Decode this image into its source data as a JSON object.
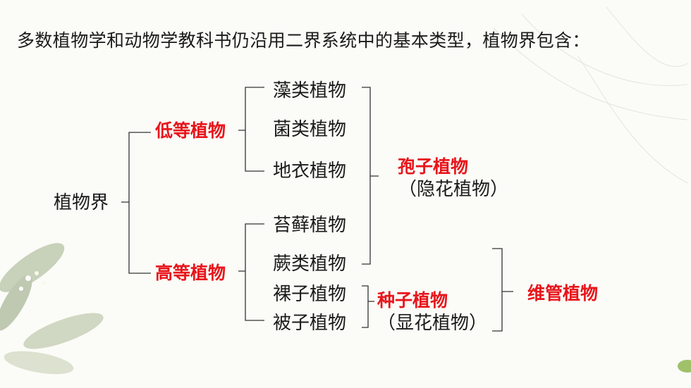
{
  "title": "多数植物学和动物学教科书仍沿用二界系统中的基本类型，植物界包含：",
  "diagram": {
    "root": "植物界",
    "lower": "低等植物",
    "higher": "高等植物",
    "lower_children": [
      "藻类植物",
      "菌类植物",
      "地衣植物"
    ],
    "higher_children": [
      "苔藓植物",
      "蕨类植物",
      "裸子植物",
      "被子植物"
    ],
    "spore": {
      "label": "孢子植物",
      "alt": "（隐花植物）"
    },
    "seed": {
      "label": "种子植物",
      "alt": "（显花植物）"
    },
    "vascular": "维管植物"
  },
  "colors": {
    "accent": "#e8151b",
    "text": "#1a1a1a",
    "background": "#fbfbf7"
  }
}
